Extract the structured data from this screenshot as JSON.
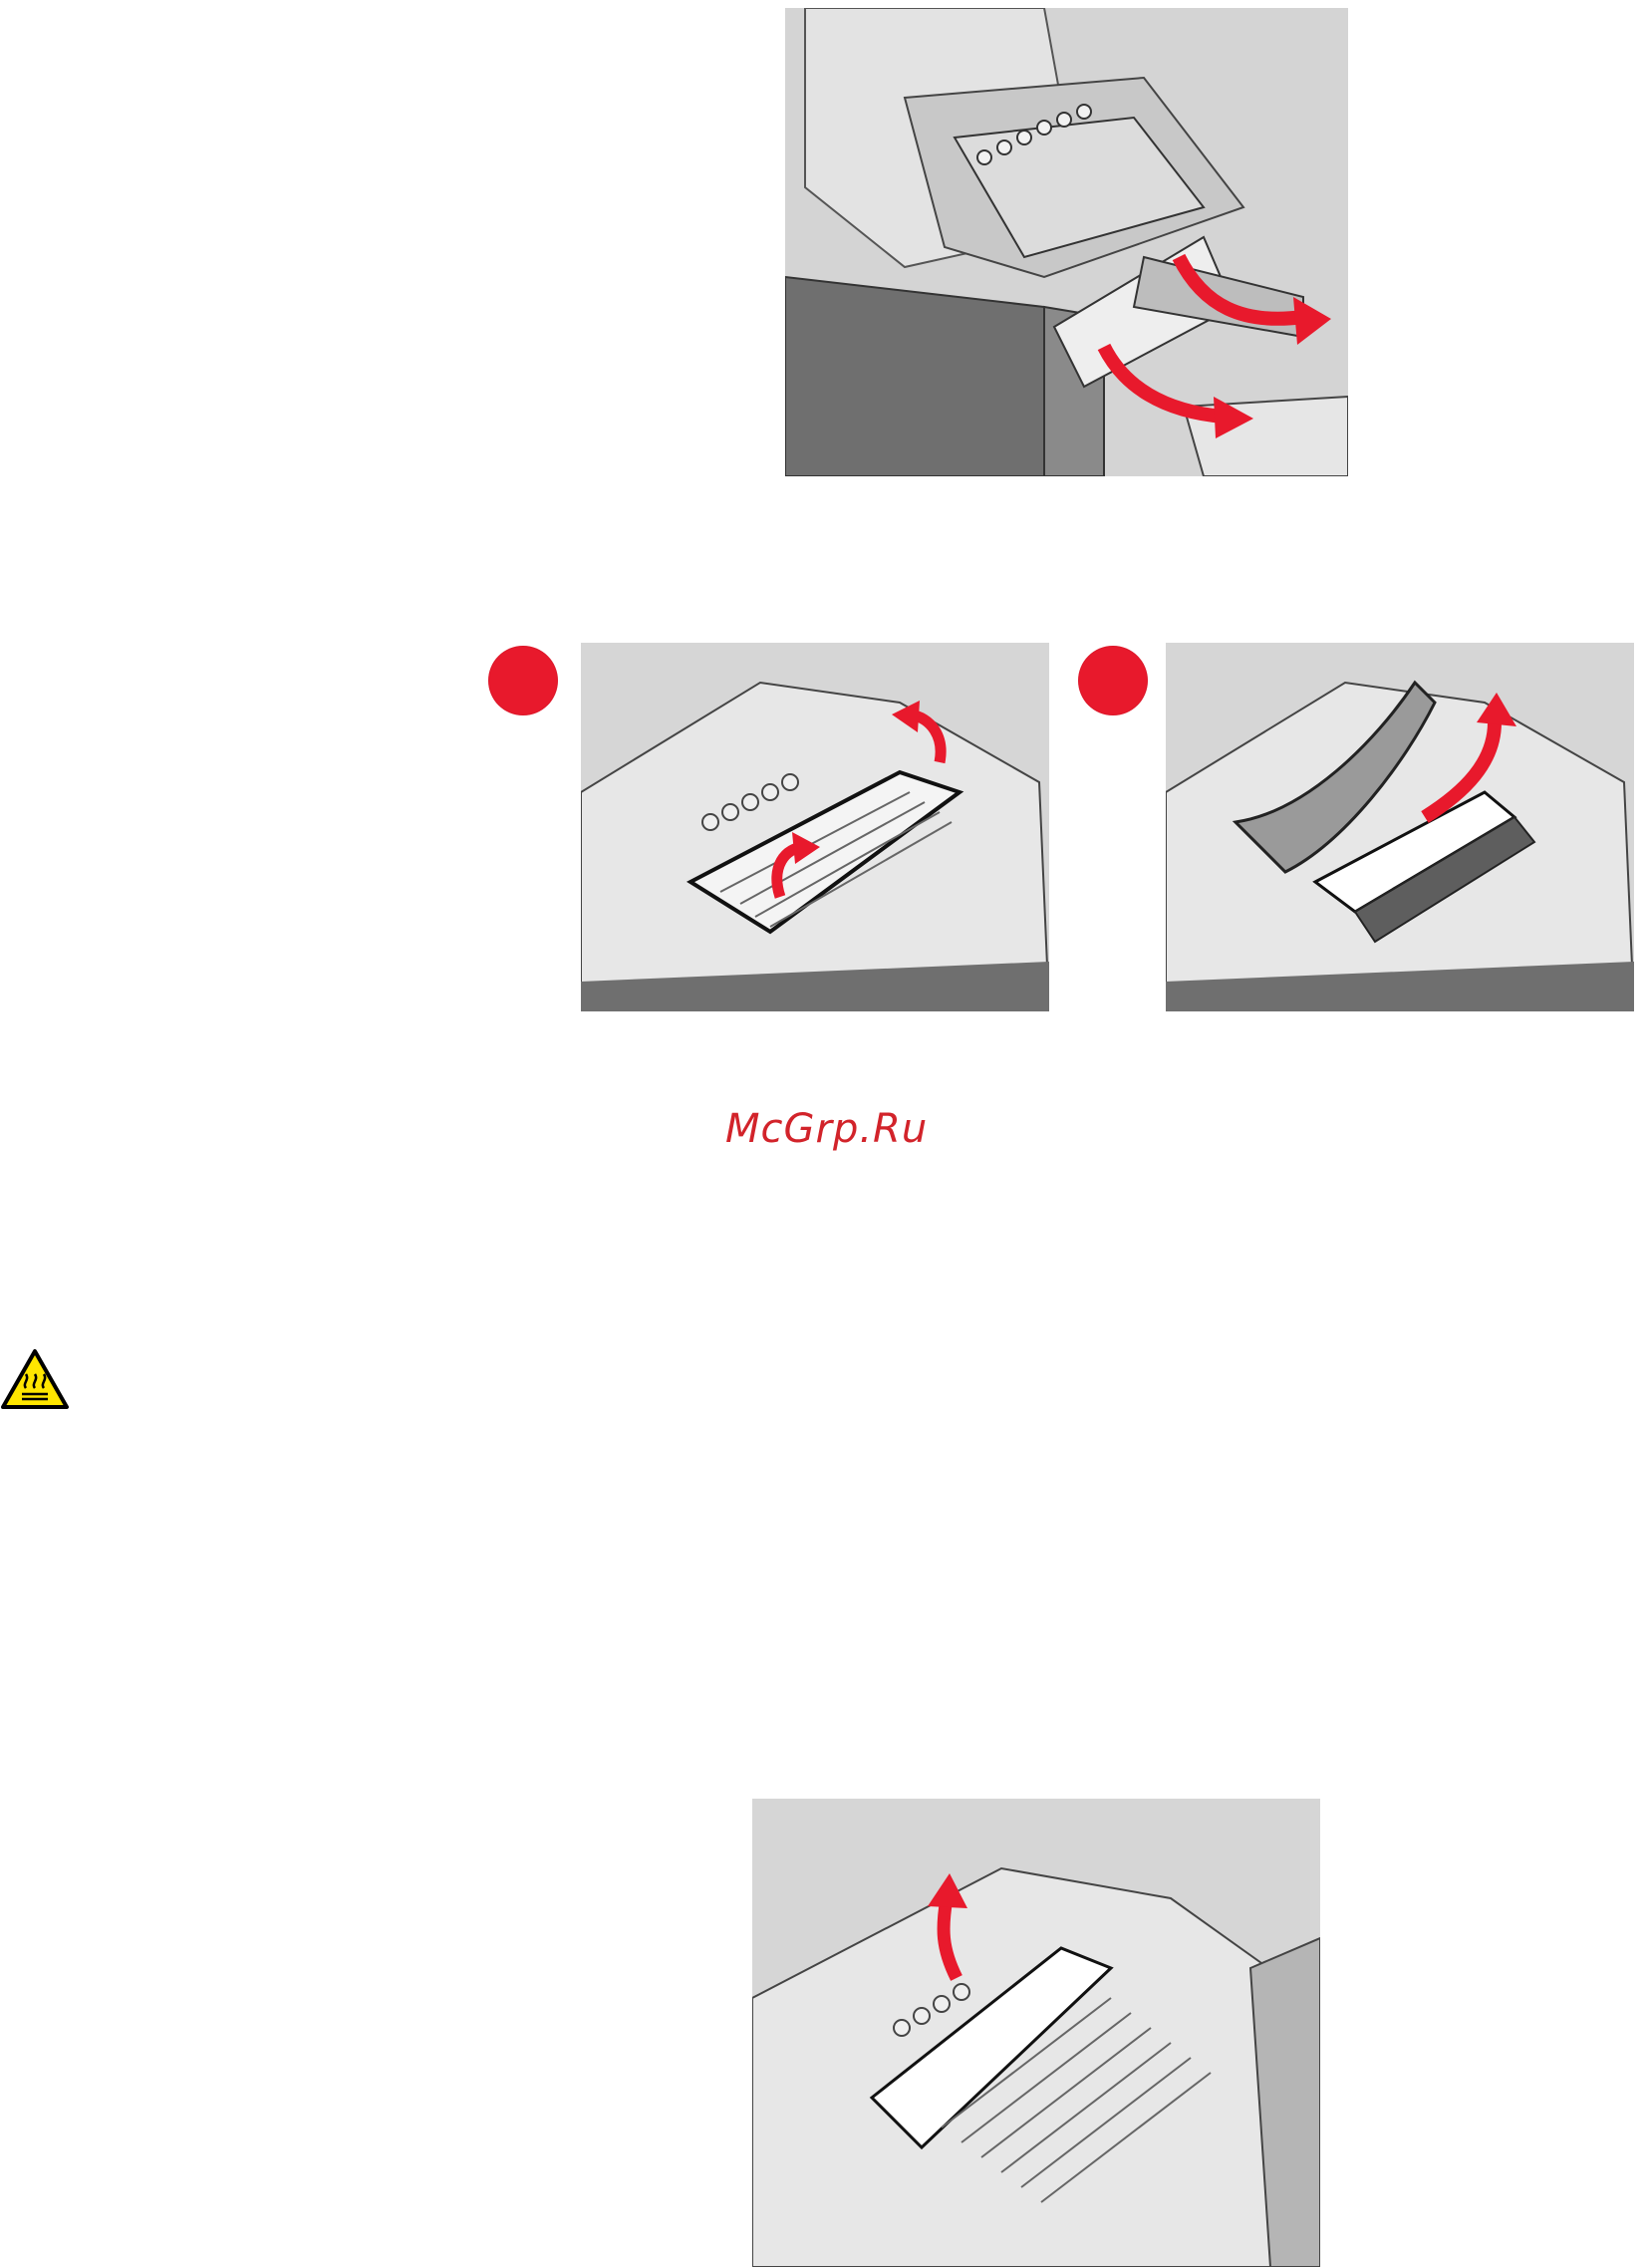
{
  "watermark": {
    "text": "McGrp.Ru",
    "color": "#d2232a"
  },
  "colors": {
    "arrow": "#e8192c",
    "step_marker": "#e8192c",
    "printer_body": "#d8d8d8",
    "printer_dark": "#6e6e6e",
    "paper": "#ffffff",
    "warning_yellow": "#ffe600"
  },
  "figures": [
    {
      "id": "fig-top",
      "icon": "printer-rear-door-illustration"
    },
    {
      "id": "fig-step-1",
      "icon": "fuser-cover-lift-illustration"
    },
    {
      "id": "fig-step-2",
      "icon": "fuser-cover-open-illustration"
    },
    {
      "id": "fig-bottom",
      "icon": "paper-removal-illustration"
    }
  ],
  "icons": {
    "warning": "hot-surface-warning-icon"
  }
}
